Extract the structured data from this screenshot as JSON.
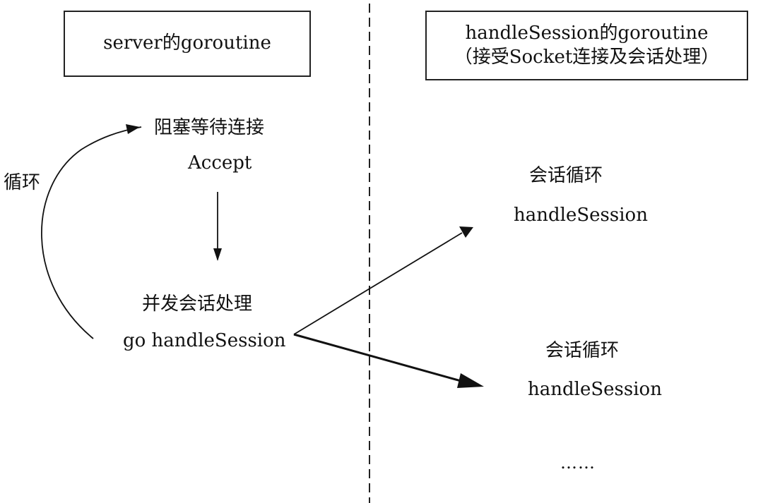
{
  "server_box": {
    "title": "server的goroutine"
  },
  "session_box": {
    "title": "handleSession的goroutine",
    "subtitle": "（接受Socket连接及会话处理）"
  },
  "accept_node": {
    "label_cn": "阻塞等待连接",
    "label_en": "Accept"
  },
  "spawn_node": {
    "label_cn": "并发会话处理",
    "label_en": "go handleSession"
  },
  "loop_label": "循环",
  "session_loops": [
    {
      "label_cn": "会话循环",
      "label_en": "handleSession"
    },
    {
      "label_cn": "会话循环",
      "label_en": "handleSession"
    }
  ],
  "ellipsis": "……"
}
